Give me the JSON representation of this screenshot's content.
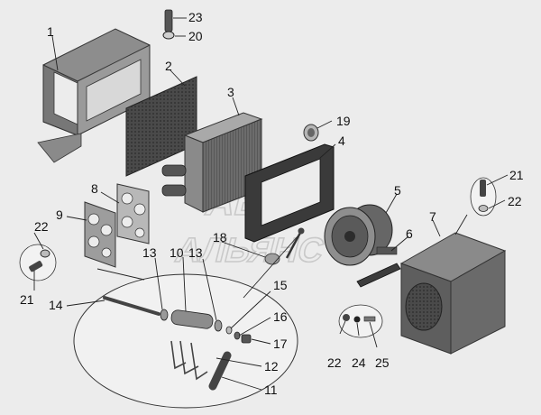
{
  "watermark": {
    "top": "АВТО",
    "bottom": "АЛЬЯНС"
  },
  "callouts": [
    {
      "id": "c1",
      "label": "1"
    },
    {
      "id": "c2",
      "label": "2"
    },
    {
      "id": "c3",
      "label": "3"
    },
    {
      "id": "c4",
      "label": "4"
    },
    {
      "id": "c5",
      "label": "5"
    },
    {
      "id": "c6",
      "label": "6"
    },
    {
      "id": "c7",
      "label": "7"
    },
    {
      "id": "c8",
      "label": "8"
    },
    {
      "id": "c9",
      "label": "9"
    },
    {
      "id": "c10",
      "label": "10"
    },
    {
      "id": "c11",
      "label": "11"
    },
    {
      "id": "c12",
      "label": "12"
    },
    {
      "id": "c13a",
      "label": "13"
    },
    {
      "id": "c13b",
      "label": "13"
    },
    {
      "id": "c14",
      "label": "14"
    },
    {
      "id": "c15",
      "label": "15"
    },
    {
      "id": "c16",
      "label": "16"
    },
    {
      "id": "c17",
      "label": "17"
    },
    {
      "id": "c18",
      "label": "18"
    },
    {
      "id": "c19",
      "label": "19"
    },
    {
      "id": "c20",
      "label": "20"
    },
    {
      "id": "c21a",
      "label": "21"
    },
    {
      "id": "c21b",
      "label": "21"
    },
    {
      "id": "c22a",
      "label": "22"
    },
    {
      "id": "c22b",
      "label": "22"
    },
    {
      "id": "c22c",
      "label": "22"
    },
    {
      "id": "c23",
      "label": "23"
    },
    {
      "id": "c24",
      "label": "24"
    },
    {
      "id": "c25",
      "label": "25"
    }
  ]
}
